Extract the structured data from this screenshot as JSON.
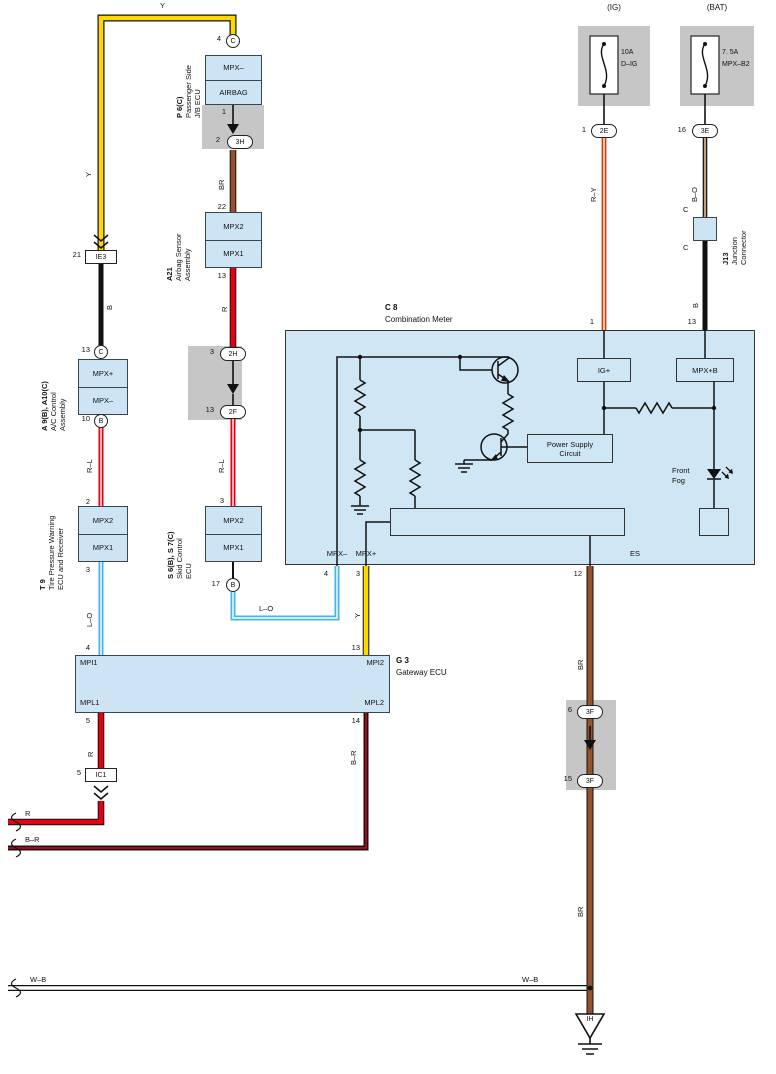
{
  "left_chain": {
    "wire_y_top": "Y",
    "wire_y_side": "Y",
    "ie3": {
      "pin": "21",
      "label": "IE3"
    },
    "wire_b": "B",
    "ac": {
      "pin_top": "13",
      "conn_top": "C",
      "code": "A 9(B), A10(C)",
      "name1": "A/C Control",
      "name2": "Assembly",
      "port_top": "MPX+",
      "port_bot": "MPX–",
      "pin_bot": "10",
      "conn_bot": "B"
    },
    "wire_rl": "R–L",
    "t9": {
      "pin_top": "2",
      "code": "T 9",
      "name1": "Tire Pressure Warning",
      "name2": "ECU and Receiver",
      "port_top": "MPX2",
      "port_bot": "MPX1",
      "pin_bot": "3"
    },
    "wire_lo": "L–O",
    "pin_gw": "4"
  },
  "srs_chain": {
    "p6": {
      "pin_top": "4",
      "conn_top": "C",
      "code": "P 6(C)",
      "name1": "Passenger Side",
      "name2": "J/B ECU",
      "port_top": "MPX–",
      "port_bot": "AIRBAG",
      "pin_bot": "1"
    },
    "c3h": {
      "pin": "2",
      "label": "3H"
    },
    "wire_br": "BR",
    "a21": {
      "pin_top": "22",
      "code": "A21",
      "name1": "Airbag Sensor",
      "name2": "Assembly",
      "port_top": "MPX2",
      "port_bot": "MPX1",
      "pin_bot": "13"
    },
    "wire_r": "R",
    "c2h": {
      "pin": "3",
      "label": "2H"
    },
    "c2f": {
      "pin": "13",
      "label": "2F"
    },
    "wire_rl": "R–L",
    "skid": {
      "pin_top": "3",
      "code": "S 6(B), S 7(C)",
      "name1": "Skid Control",
      "name2": "ECU",
      "port_top": "MPX2",
      "port_bot": "MPX1",
      "pin_bot": "17",
      "conn_bot": "B"
    },
    "wire_lo": "L–O",
    "pin_meter_mpx_minus": "4"
  },
  "gateway": {
    "code": "G 3",
    "name": "Gateway ECU",
    "port_mpi1": "MPI1",
    "port_mpl1": "MPL1",
    "port_mpi2": "MPI2",
    "port_mpl2": "MPL2",
    "pin_mpi2": "13",
    "pin_mpl1": "5",
    "pin_mpl2": "14",
    "ic1": {
      "pin": "5",
      "label": "IC1"
    },
    "wire_r_vert": "R",
    "wire_br_vert": "B–R",
    "wire_r_horiz": "R",
    "wire_br_horiz": "B–R"
  },
  "meter": {
    "code": "C 8",
    "name": "Combination Meter",
    "pin_ig": "1",
    "pin_b": "13",
    "box_ig": "IG+",
    "box_mpxb": "MPX+B",
    "psc1": "Power Supply",
    "psc2": "Circuit",
    "fog1": "Front",
    "fog2": "Fog",
    "port_mpx_minus": "MPX–",
    "port_mpx_plus": "MPX+",
    "port_es": "ES",
    "pin_mpx_plus": "3",
    "pin_es": "12",
    "wire_y": "Y"
  },
  "power": {
    "ig": {
      "heading": "(IG)",
      "rating": "10A",
      "name": "D–IG",
      "pin": "1",
      "conn": "2E",
      "wire": "R–Y"
    },
    "bat": {
      "heading": "(BAT)",
      "rating": "7. 5A",
      "name": "MPX–B2",
      "pin": "16",
      "conn": "3E",
      "wire": "B–O"
    },
    "j13": {
      "conn_top": "C",
      "conn_bot": "C",
      "code": "J13",
      "name1": "Junction",
      "name2": "Connector",
      "wire_b": "B"
    }
  },
  "meter_ground": {
    "wire_br_top": "BR",
    "wire_br_bot": "BR",
    "c3f_top": {
      "pin": "6",
      "label": "3F"
    },
    "c3f_bot": {
      "pin": "15",
      "label": "3F"
    },
    "ih": "IH"
  },
  "bottom": {
    "wire_wb_left": "W–B",
    "wire_wb_right": "W–B"
  }
}
